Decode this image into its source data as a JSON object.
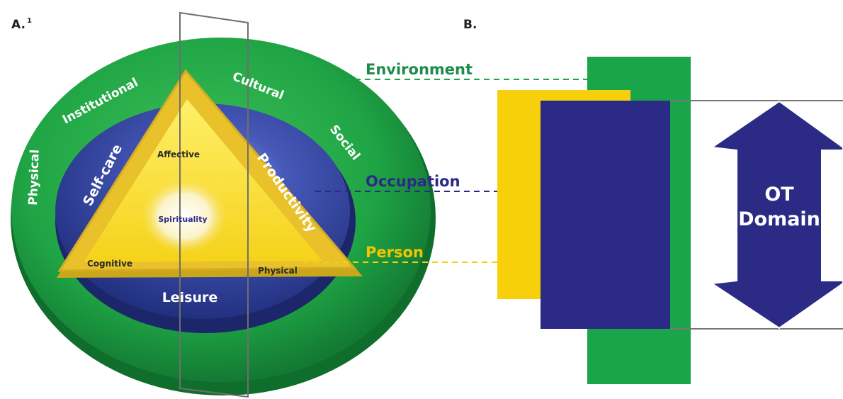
{
  "panel_a": {
    "label": "A.",
    "superscript": "1",
    "outer_ring_labels": {
      "physical": "Physical",
      "institutional": "Institutional",
      "cultural": "Cultural",
      "social": "Social"
    },
    "occupation_labels": {
      "self_care": "Self-care",
      "productivity": "Productivity",
      "leisure": "Leisure"
    },
    "person_labels": {
      "affective": "Affective",
      "cognitive": "Cognitive",
      "physical": "Physical",
      "spirituality": "Spirituality"
    }
  },
  "panel_b": {
    "label": "B.",
    "environment": "Environment",
    "occupation": "Occupation",
    "person": "Person",
    "domain_line1": "OT",
    "domain_line2": "Domain"
  },
  "colors": {
    "environment_green": "#1aa54a",
    "environment_text": "#1f8a4c",
    "occupation_blue": "#2b2b86",
    "person_yellow": "#f7cf0a",
    "ring_blue": "#2f3b98",
    "white": "#ffffff"
  }
}
